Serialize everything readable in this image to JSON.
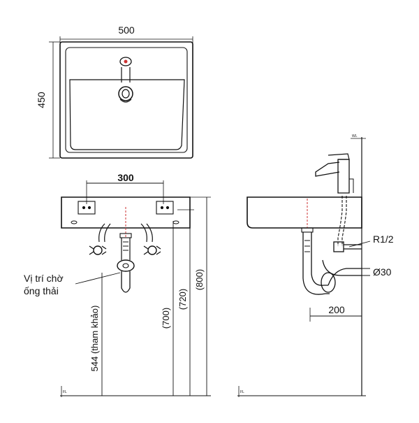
{
  "top_view": {
    "width_dim": "500",
    "depth_dim": "450"
  },
  "front_view": {
    "inlet_spacing_dim": "300",
    "drain_note_line1": "Vị trí chờ",
    "drain_note_line2": "ống thải",
    "height_544": "544 (tham khảo)",
    "height_700": "(700)",
    "height_720": "(720)",
    "height_800": "(800)",
    "floor_label": "FL"
  },
  "side_view": {
    "supply_thread": "R1/2",
    "trap_diameter": "Ø30",
    "wall_offset_dim": "200",
    "wall_label": "WL",
    "floor_label": "FL"
  }
}
